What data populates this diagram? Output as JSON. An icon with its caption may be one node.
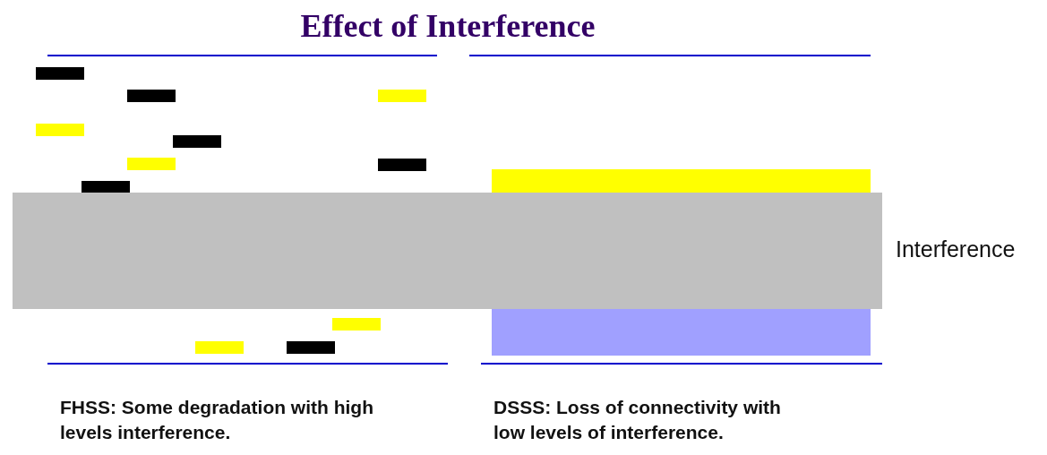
{
  "diagram": {
    "title": "Effect of Interference",
    "labels": [
      "Interference",
      "FHSS:  Some degradation with high levels interference.",
      "DSSS:  Loss of connectivity with low levels of interference."
    ]
  }
}
